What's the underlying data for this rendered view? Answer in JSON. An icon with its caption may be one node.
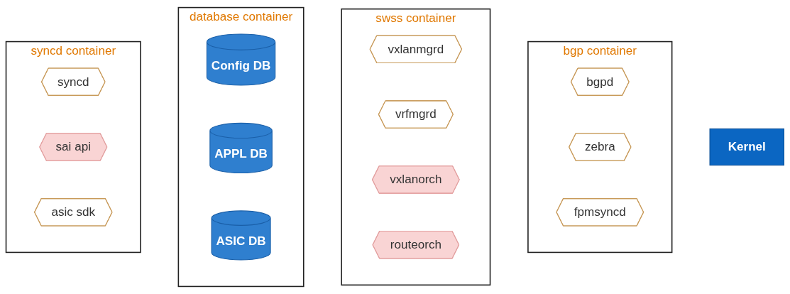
{
  "diagram": {
    "nodes": [
      {
        "text": [
          "bgp container"
        ]
      },
      {
        "text": [
          "bgpd"
        ],
        "in": 0
      },
      {
        "text": [
          "zebra"
        ],
        "in": 0
      },
      {
        "text": [
          "fpmsyncd"
        ],
        "in": 0
      },
      {
        "text": [
          "Kernel"
        ]
      },
      {
        "text": [
          "swss container"
        ]
      },
      {
        "text": [
          "vxlanmgrd"
        ],
        "in": 5
      },
      {
        "text": [
          "vrfmgrd"
        ],
        "in": 5
      },
      {
        "text": [
          "vxlanorch"
        ],
        "in": 5
      },
      {
        "text": [
          "routeorch"
        ],
        "in": 5
      },
      {
        "text": [
          "database container"
        ]
      },
      {
        "text": [
          "Config DB"
        ],
        "in": 10
      },
      {
        "text": [
          "APPL DB"
        ],
        "in": 10
      },
      {
        "text": [
          "ASIC DB"
        ],
        "in": 10
      },
      {
        "text": [
          "syncd container"
        ]
      },
      {
        "text": [
          "syncd"
        ],
        "in": 14
      },
      {
        "text": [
          "sai api"
        ],
        "in": 14
      },
      {
        "text": [
          "asic sdk"
        ],
        "in": 14
      }
    ]
  }
}
